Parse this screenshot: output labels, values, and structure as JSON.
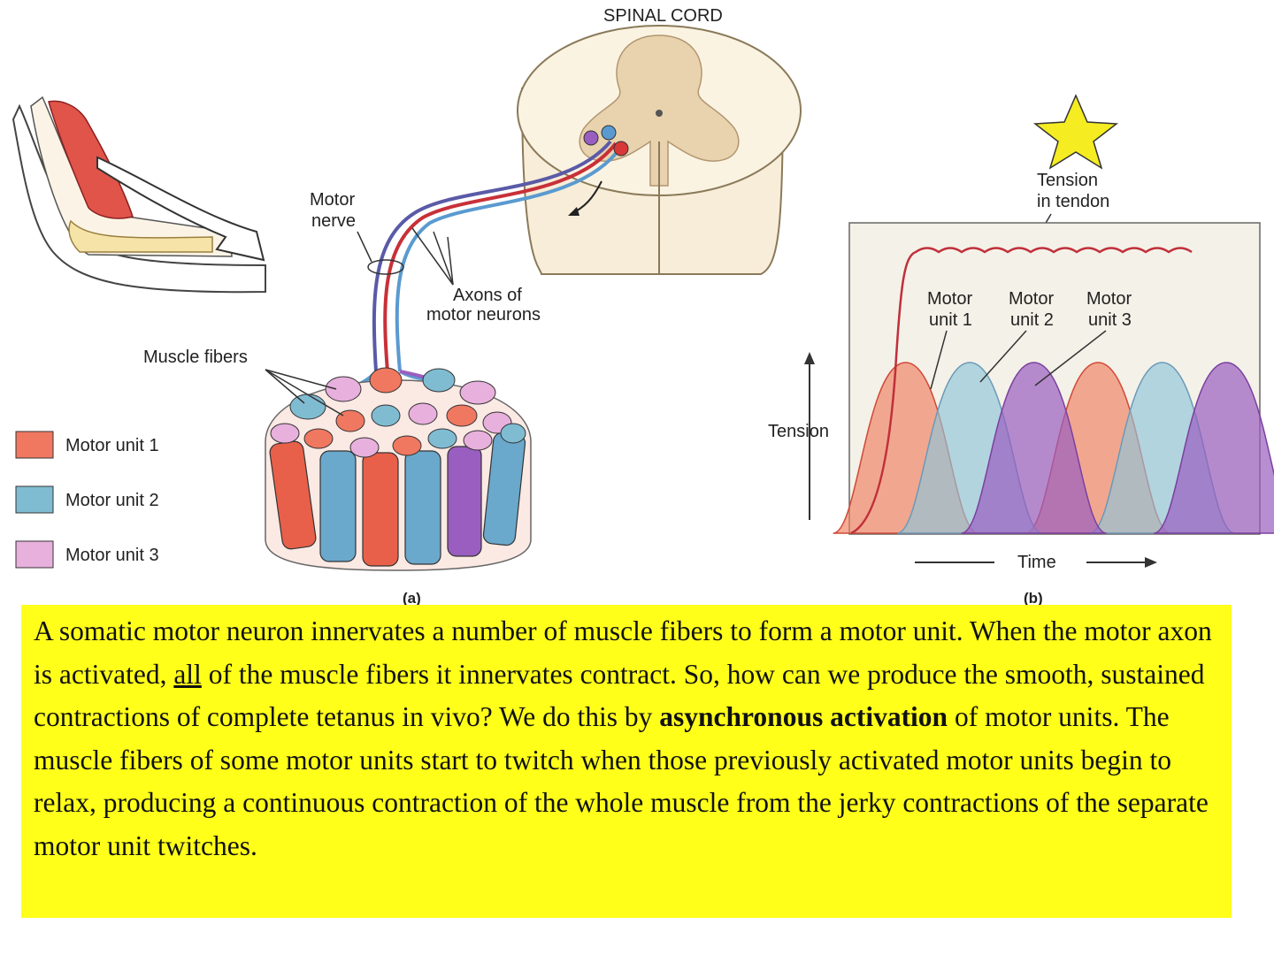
{
  "figure": {
    "spinal_cord_label": "SPINAL CORD",
    "motor_nerve_label_line1": "Motor",
    "motor_nerve_label_line2": "nerve",
    "axons_label_line1": "Axons of",
    "axons_label_line2": "motor neurons",
    "muscle_fibers_label": "Muscle fibers",
    "panel_a_label": "(a)",
    "panel_b_label": "(b)",
    "legend": [
      {
        "label": "Motor unit 1",
        "color": "#f07860"
      },
      {
        "label": "Motor unit 2",
        "color": "#7fbcd2"
      },
      {
        "label": "Motor unit 3",
        "color": "#e8b0dc"
      }
    ]
  },
  "chart": {
    "tension_in_tendon_line1": "Tension",
    "tension_in_tendon_line2": "in tendon",
    "y_axis_label": "Tension",
    "x_axis_label": "Time",
    "unit_labels": [
      {
        "line1": "Motor",
        "line2": "unit 1"
      },
      {
        "line1": "Motor",
        "line2": "unit 2"
      },
      {
        "line1": "Motor",
        "line2": "unit 3"
      }
    ],
    "colors": {
      "unit1": "#f08060",
      "unit2": "#8fc4d8",
      "unit3": "#9a5ec0",
      "tendon": "#c0303a",
      "panel_bg": "#f4f1e8",
      "star": "#f5ec22"
    }
  },
  "chart_data": {
    "type": "area",
    "xlabel": "Time",
    "ylabel": "Tension",
    "series": [
      {
        "name": "Motor unit 1",
        "peaks": [
          1,
          4
        ]
      },
      {
        "name": "Motor unit 2",
        "peaks": [
          2,
          5
        ]
      },
      {
        "name": "Motor unit 3",
        "peaks": [
          3,
          6
        ]
      },
      {
        "name": "Tension in tendon",
        "shape": "rapid rise then sustained plateau"
      }
    ]
  },
  "caption": {
    "part1": "A somatic motor neuron innervates a number of muscle fibers to form a motor unit. When the motor axon is activated, ",
    "underlined": "all",
    "part2": " of the muscle fibers it innervates contract. So, how can we produce the smooth, sustained contractions of complete tetanus in vivo?  We do this by ",
    "bold": "asynchronous activation",
    "part3": " of motor units.  The muscle fibers of some motor units start to twitch when those previously activated motor units begin to relax, producing a continuous contraction of the whole muscle from the jerky contractions of the separate motor unit twitches."
  }
}
